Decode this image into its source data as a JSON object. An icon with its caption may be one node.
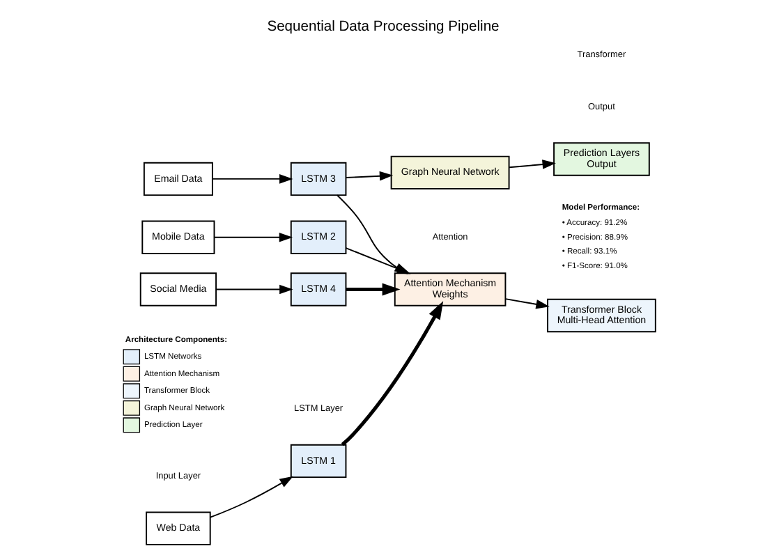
{
  "diagram": {
    "title": "Sequential Data Processing Pipeline",
    "nodes": [
      {
        "text": [
          "Web Data"
        ]
      },
      {
        "text": [
          "Mobile Data"
        ]
      },
      {
        "text": [
          "Email Data"
        ]
      },
      {
        "text": [
          "Social Media"
        ]
      },
      {
        "text": [
          "LSTM 1"
        ]
      },
      {
        "text": [
          "LSTM 2"
        ]
      },
      {
        "text": [
          "LSTM 3"
        ]
      },
      {
        "text": [
          "LSTM 4"
        ]
      },
      {
        "text": [
          "Attention Mechanism",
          "Weights"
        ]
      },
      {
        "text": [
          "Transformer Block",
          "Multi-Head Attention"
        ]
      },
      {
        "text": [
          "Graph Neural Network"
        ]
      },
      {
        "text": [
          "Prediction Layers",
          "Output"
        ]
      }
    ],
    "edges": [
      {
        "from": 0,
        "to": 4,
        "arrow": "to"
      },
      {
        "from": 1,
        "to": 5,
        "arrow": "to"
      },
      {
        "from": 2,
        "to": 6,
        "arrow": "to"
      },
      {
        "from": 3,
        "to": 7,
        "arrow": "to"
      },
      {
        "from": 4,
        "to": 8,
        "arrow": "to",
        "style": "thick"
      },
      {
        "from": 5,
        "to": 8,
        "arrow": "to"
      },
      {
        "from": 6,
        "to": 8,
        "arrow": "to"
      },
      {
        "from": 7,
        "to": 8,
        "arrow": "to",
        "style": "thick"
      },
      {
        "from": 6,
        "to": 10,
        "arrow": "to"
      },
      {
        "from": 8,
        "to": 9,
        "arrow": "to"
      },
      {
        "from": 10,
        "to": 11,
        "arrow": "to"
      }
    ],
    "labels": [
      "Input Layer",
      "LSTM Layer",
      "Attention",
      "Transformer",
      "Output",
      "Architecture Components:",
      "Model Performance:",
      "• Accuracy: 91.2%",
      "• Precision: 88.9%",
      "• Recall: 93.1%",
      "• F1-Score: 91.0%"
    ],
    "legend": [
      {
        "text": "LSTM Networks",
        "color": "#e3effb"
      },
      {
        "text": "Attention Mechanism",
        "color": "#fdf0e4"
      },
      {
        "text": "Transformer Block",
        "color": "#edf5fc"
      },
      {
        "text": "Graph Neural Network",
        "color": "#f4f4da"
      },
      {
        "text": "Prediction Layer",
        "color": "#e3f7e0"
      }
    ]
  }
}
